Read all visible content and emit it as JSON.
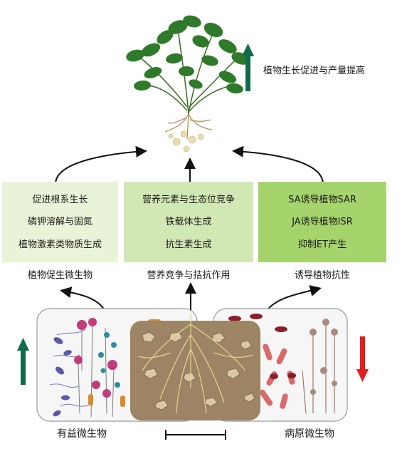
{
  "top": {
    "growth_label": "植物生长促进与产量提高"
  },
  "boxes": [
    {
      "lines": [
        "促进根系生长",
        "磷钾溶解与固氮",
        "植物激素类物质生成"
      ],
      "caption": "植物促生微生物"
    },
    {
      "lines": [
        "营养元素与生态位竞争",
        "铁载体生成",
        "抗生素生成"
      ],
      "caption": "营养竞争与拮抗作用"
    },
    {
      "lines": [
        "SA诱导植物SAR",
        "JA诱导植物ISR",
        "抑制ET产生"
      ],
      "caption": "诱导植物抗性"
    }
  ],
  "bottom": {
    "beneficial_label": "有益微生物",
    "pathogen_label": "病原微生物"
  },
  "colors": {
    "box1": "#e9f3d8",
    "box2": "#d2e8b4",
    "box3": "#a5d46c",
    "up_arrow": "#0f6b4a",
    "down_arrow": "#e41e1e"
  }
}
